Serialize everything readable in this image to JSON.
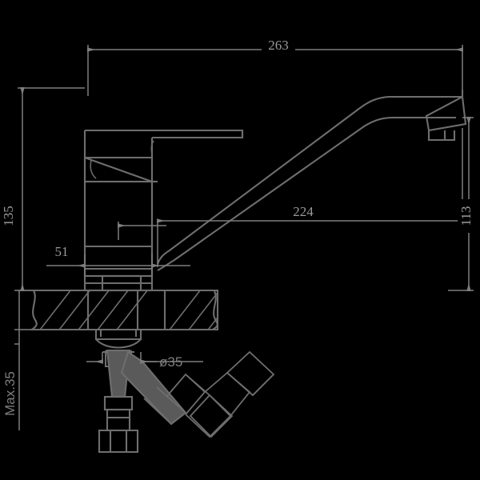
{
  "drawing": {
    "title": "Single-lever kitchen mixer tap dimensional drawing",
    "view": "front elevation section",
    "background_color": "#000000",
    "line_color": "#6e6e6e",
    "dimension_line_color": "#7d7d7d",
    "text_color": "#9a9a9a",
    "units": "mm"
  },
  "dimensions": {
    "overall_length": {
      "label": "263",
      "name": "overall-length-dimension",
      "orientation": "horizontal",
      "position": "top"
    },
    "spout_reach": {
      "label": "224",
      "name": "spout-reach-dimension",
      "orientation": "horizontal",
      "position": "middle"
    },
    "overall_height": {
      "label": "135",
      "name": "overall-height-dimension",
      "orientation": "vertical",
      "position": "left"
    },
    "spout_height": {
      "label": "113",
      "name": "spout-height-dimension",
      "orientation": "vertical",
      "position": "right"
    },
    "body_width": {
      "label": "51",
      "name": "body-width-dimension",
      "orientation": "horizontal",
      "position": "body"
    },
    "mounting_hole_diameter": {
      "label": "ø35",
      "name": "mounting-hole-diameter-dimension",
      "orientation": "horizontal",
      "position": "below-counter"
    },
    "max_counter_thickness": {
      "label": "Max.35",
      "name": "max-counter-thickness-label",
      "orientation": "vertical",
      "position": "left-lower"
    }
  },
  "parts": {
    "lever_handle": "lever-handle",
    "cartridge_body": "cartridge-body",
    "spout": "swivel-spout",
    "aerator": "aerator-outlet",
    "countertop": "countertop-section",
    "mounting_stud": "mounting-stud",
    "supply_hose_left": "supply-hose-left",
    "supply_hose_right": "supply-hose-right",
    "hose_nut_left": "hose-nut-left",
    "hose_nut_right": "hose-nut-right"
  }
}
